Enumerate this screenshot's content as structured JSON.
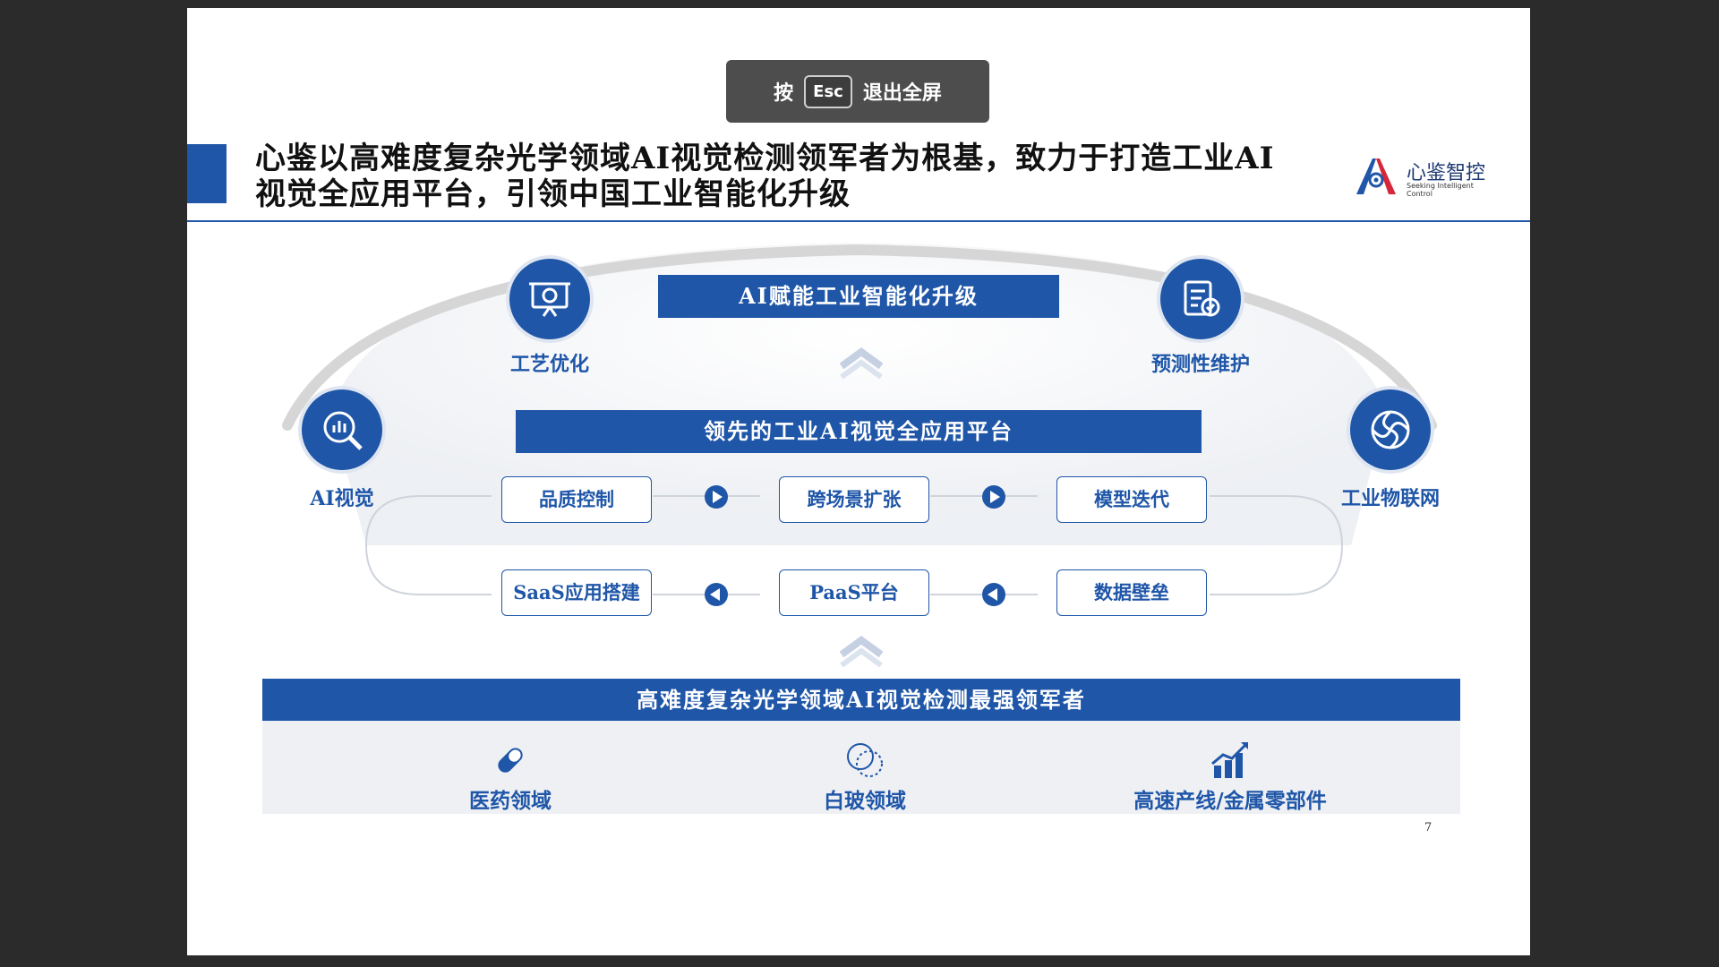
{
  "esc_hint": {
    "prefix": "按",
    "key": "Esc",
    "suffix": "退出全屏"
  },
  "title": {
    "line1": "心鉴以高难度复杂光学领域AI视觉检测领军者为根基，致力于打造工业AI",
    "line2": "视觉全应用平台，引领中国工业智能化升级"
  },
  "logo": {
    "cn": "心鉴智控",
    "en": "Seeking Intelligent Control"
  },
  "top_banner": "AI赋能工业智能化升级",
  "arc_nodes": [
    {
      "label": "AI视觉",
      "icon": "magnifier-chart-icon"
    },
    {
      "label": "工艺优化",
      "icon": "presentation-board-icon"
    },
    {
      "label": "预测性维护",
      "icon": "document-check-icon"
    },
    {
      "label": "工业物联网",
      "icon": "network-swirl-icon"
    }
  ],
  "platform_banner": "领先的工业AI视觉全应用平台",
  "cycle": {
    "top": [
      "品质控制",
      "跨场景扩张",
      "模型迭代"
    ],
    "bottom": [
      "SaaS应用搭建",
      "PaaS平台",
      "数据壁垒"
    ]
  },
  "foundation_banner": "高难度复杂光学领域AI视觉检测最强领军者",
  "fields": [
    {
      "label": "医药领域",
      "icon": "pill-icon"
    },
    {
      "label": "白玻领域",
      "icon": "glass-circles-icon"
    },
    {
      "label": "高速产线/金属零部件",
      "icon": "bar-growth-icon"
    }
  ],
  "page_number": "7",
  "colors": {
    "primary": "#1f56a8",
    "panel": "#eef0f4",
    "frame": "#2b2b2b"
  }
}
